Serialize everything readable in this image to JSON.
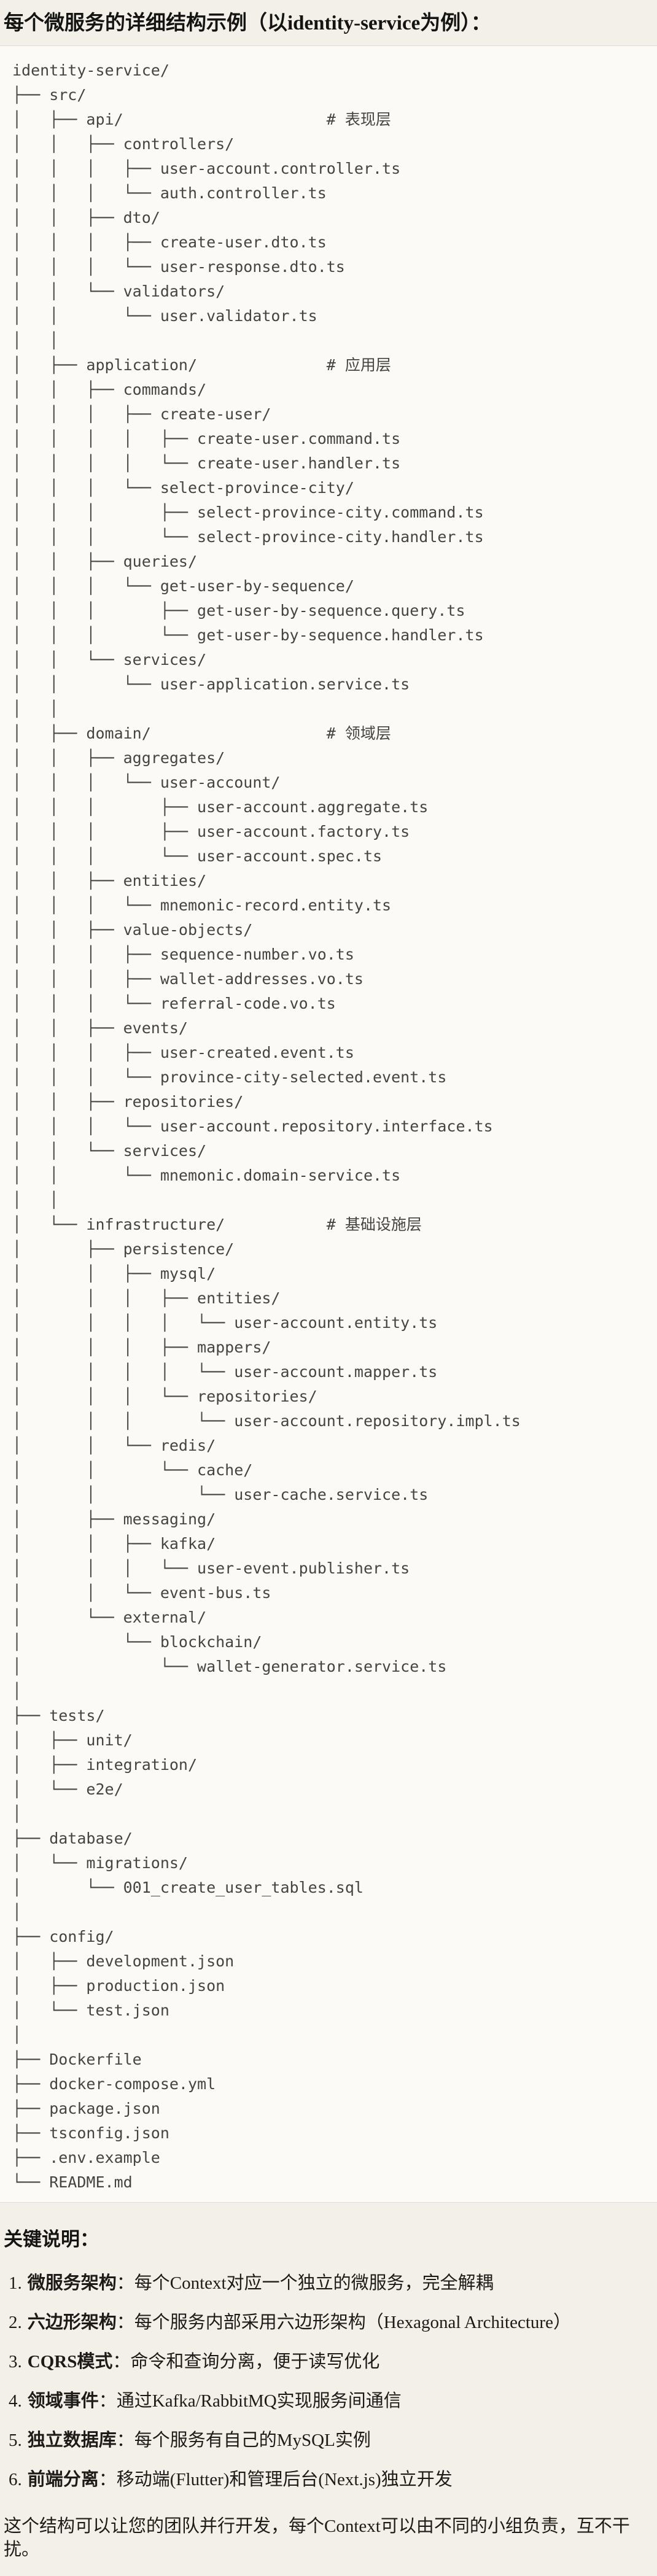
{
  "title": "每个微服务的详细结构示例（以identity-service为例）：",
  "colors": {
    "page_bg": "#f2f0e9",
    "code_bg": "#fbfaf6",
    "code_border": "#dedbd2",
    "tree_text": "#45443f",
    "heading_text": "#141413"
  },
  "code_block": {
    "tree_lines": [
      "identity-service/",
      "├── src/",
      "│   ├── api/                      # 表现层",
      "│   │   ├── controllers/",
      "│   │   │   ├── user-account.controller.ts",
      "│   │   │   └── auth.controller.ts",
      "│   │   ├── dto/",
      "│   │   │   ├── create-user.dto.ts",
      "│   │   │   └── user-response.dto.ts",
      "│   │   └── validators/",
      "│   │       └── user.validator.ts",
      "│   │",
      "│   ├── application/              # 应用层",
      "│   │   ├── commands/",
      "│   │   │   ├── create-user/",
      "│   │   │   │   ├── create-user.command.ts",
      "│   │   │   │   └── create-user.handler.ts",
      "│   │   │   └── select-province-city/",
      "│   │   │       ├── select-province-city.command.ts",
      "│   │   │       └── select-province-city.handler.ts",
      "│   │   ├── queries/",
      "│   │   │   └── get-user-by-sequence/",
      "│   │   │       ├── get-user-by-sequence.query.ts",
      "│   │   │       └── get-user-by-sequence.handler.ts",
      "│   │   └── services/",
      "│   │       └── user-application.service.ts",
      "│   │",
      "│   ├── domain/                   # 领域层",
      "│   │   ├── aggregates/",
      "│   │   │   └── user-account/",
      "│   │   │       ├── user-account.aggregate.ts",
      "│   │   │       ├── user-account.factory.ts",
      "│   │   │       └── user-account.spec.ts",
      "│   │   ├── entities/",
      "│   │   │   └── mnemonic-record.entity.ts",
      "│   │   ├── value-objects/",
      "│   │   │   ├── sequence-number.vo.ts",
      "│   │   │   ├── wallet-addresses.vo.ts",
      "│   │   │   └── referral-code.vo.ts",
      "│   │   ├── events/",
      "│   │   │   ├── user-created.event.ts",
      "│   │   │   └── province-city-selected.event.ts",
      "│   │   ├── repositories/",
      "│   │   │   └── user-account.repository.interface.ts",
      "│   │   └── services/",
      "│   │       └── mnemonic.domain-service.ts",
      "│   │",
      "│   └── infrastructure/           # 基础设施层",
      "│       ├── persistence/",
      "│       │   ├── mysql/",
      "│       │   │   ├── entities/",
      "│       │   │   │   └── user-account.entity.ts",
      "│       │   │   ├── mappers/",
      "│       │   │   │   └── user-account.mapper.ts",
      "│       │   │   └── repositories/",
      "│       │   │       └── user-account.repository.impl.ts",
      "│       │   └── redis/",
      "│       │       └── cache/",
      "│       │           └── user-cache.service.ts",
      "│       ├── messaging/",
      "│       │   ├── kafka/",
      "│       │   │   └── user-event.publisher.ts",
      "│       │   └── event-bus.ts",
      "│       └── external/",
      "│           └── blockchain/",
      "│               └── wallet-generator.service.ts",
      "│",
      "├── tests/",
      "│   ├── unit/",
      "│   ├── integration/",
      "│   └── e2e/",
      "│",
      "├── database/",
      "│   └── migrations/",
      "│       └── 001_create_user_tables.sql",
      "│",
      "├── config/",
      "│   ├── development.json",
      "│   ├── production.json",
      "│   └── test.json",
      "│",
      "├── Dockerfile",
      "├── docker-compose.yml",
      "├── package.json",
      "├── tsconfig.json",
      "├── .env.example",
      "└── README.md"
    ]
  },
  "notes": {
    "heading": "关键说明：",
    "items": [
      {
        "num": "1.",
        "term": "微服务架构",
        "rest": "：每个Context对应一个独立的微服务，完全解耦"
      },
      {
        "num": "2.",
        "term": "六边形架构",
        "rest": "：每个服务内部采用六边形架构（Hexagonal Architecture）"
      },
      {
        "num": "3.",
        "term": "CQRS模式",
        "rest": "：命令和查询分离，便于读写优化"
      },
      {
        "num": "4.",
        "term": "领域事件",
        "rest": "：通过Kafka/RabbitMQ实现服务间通信"
      },
      {
        "num": "5.",
        "term": "独立数据库",
        "rest": "：每个服务有自己的MySQL实例"
      },
      {
        "num": "6.",
        "term": "前端分离",
        "rest": "：移动端(Flutter)和管理后台(Next.js)独立开发"
      }
    ],
    "closing": "这个结构可以让您的团队并行开发，每个Context可以由不同的小组负责，互不干扰。"
  }
}
